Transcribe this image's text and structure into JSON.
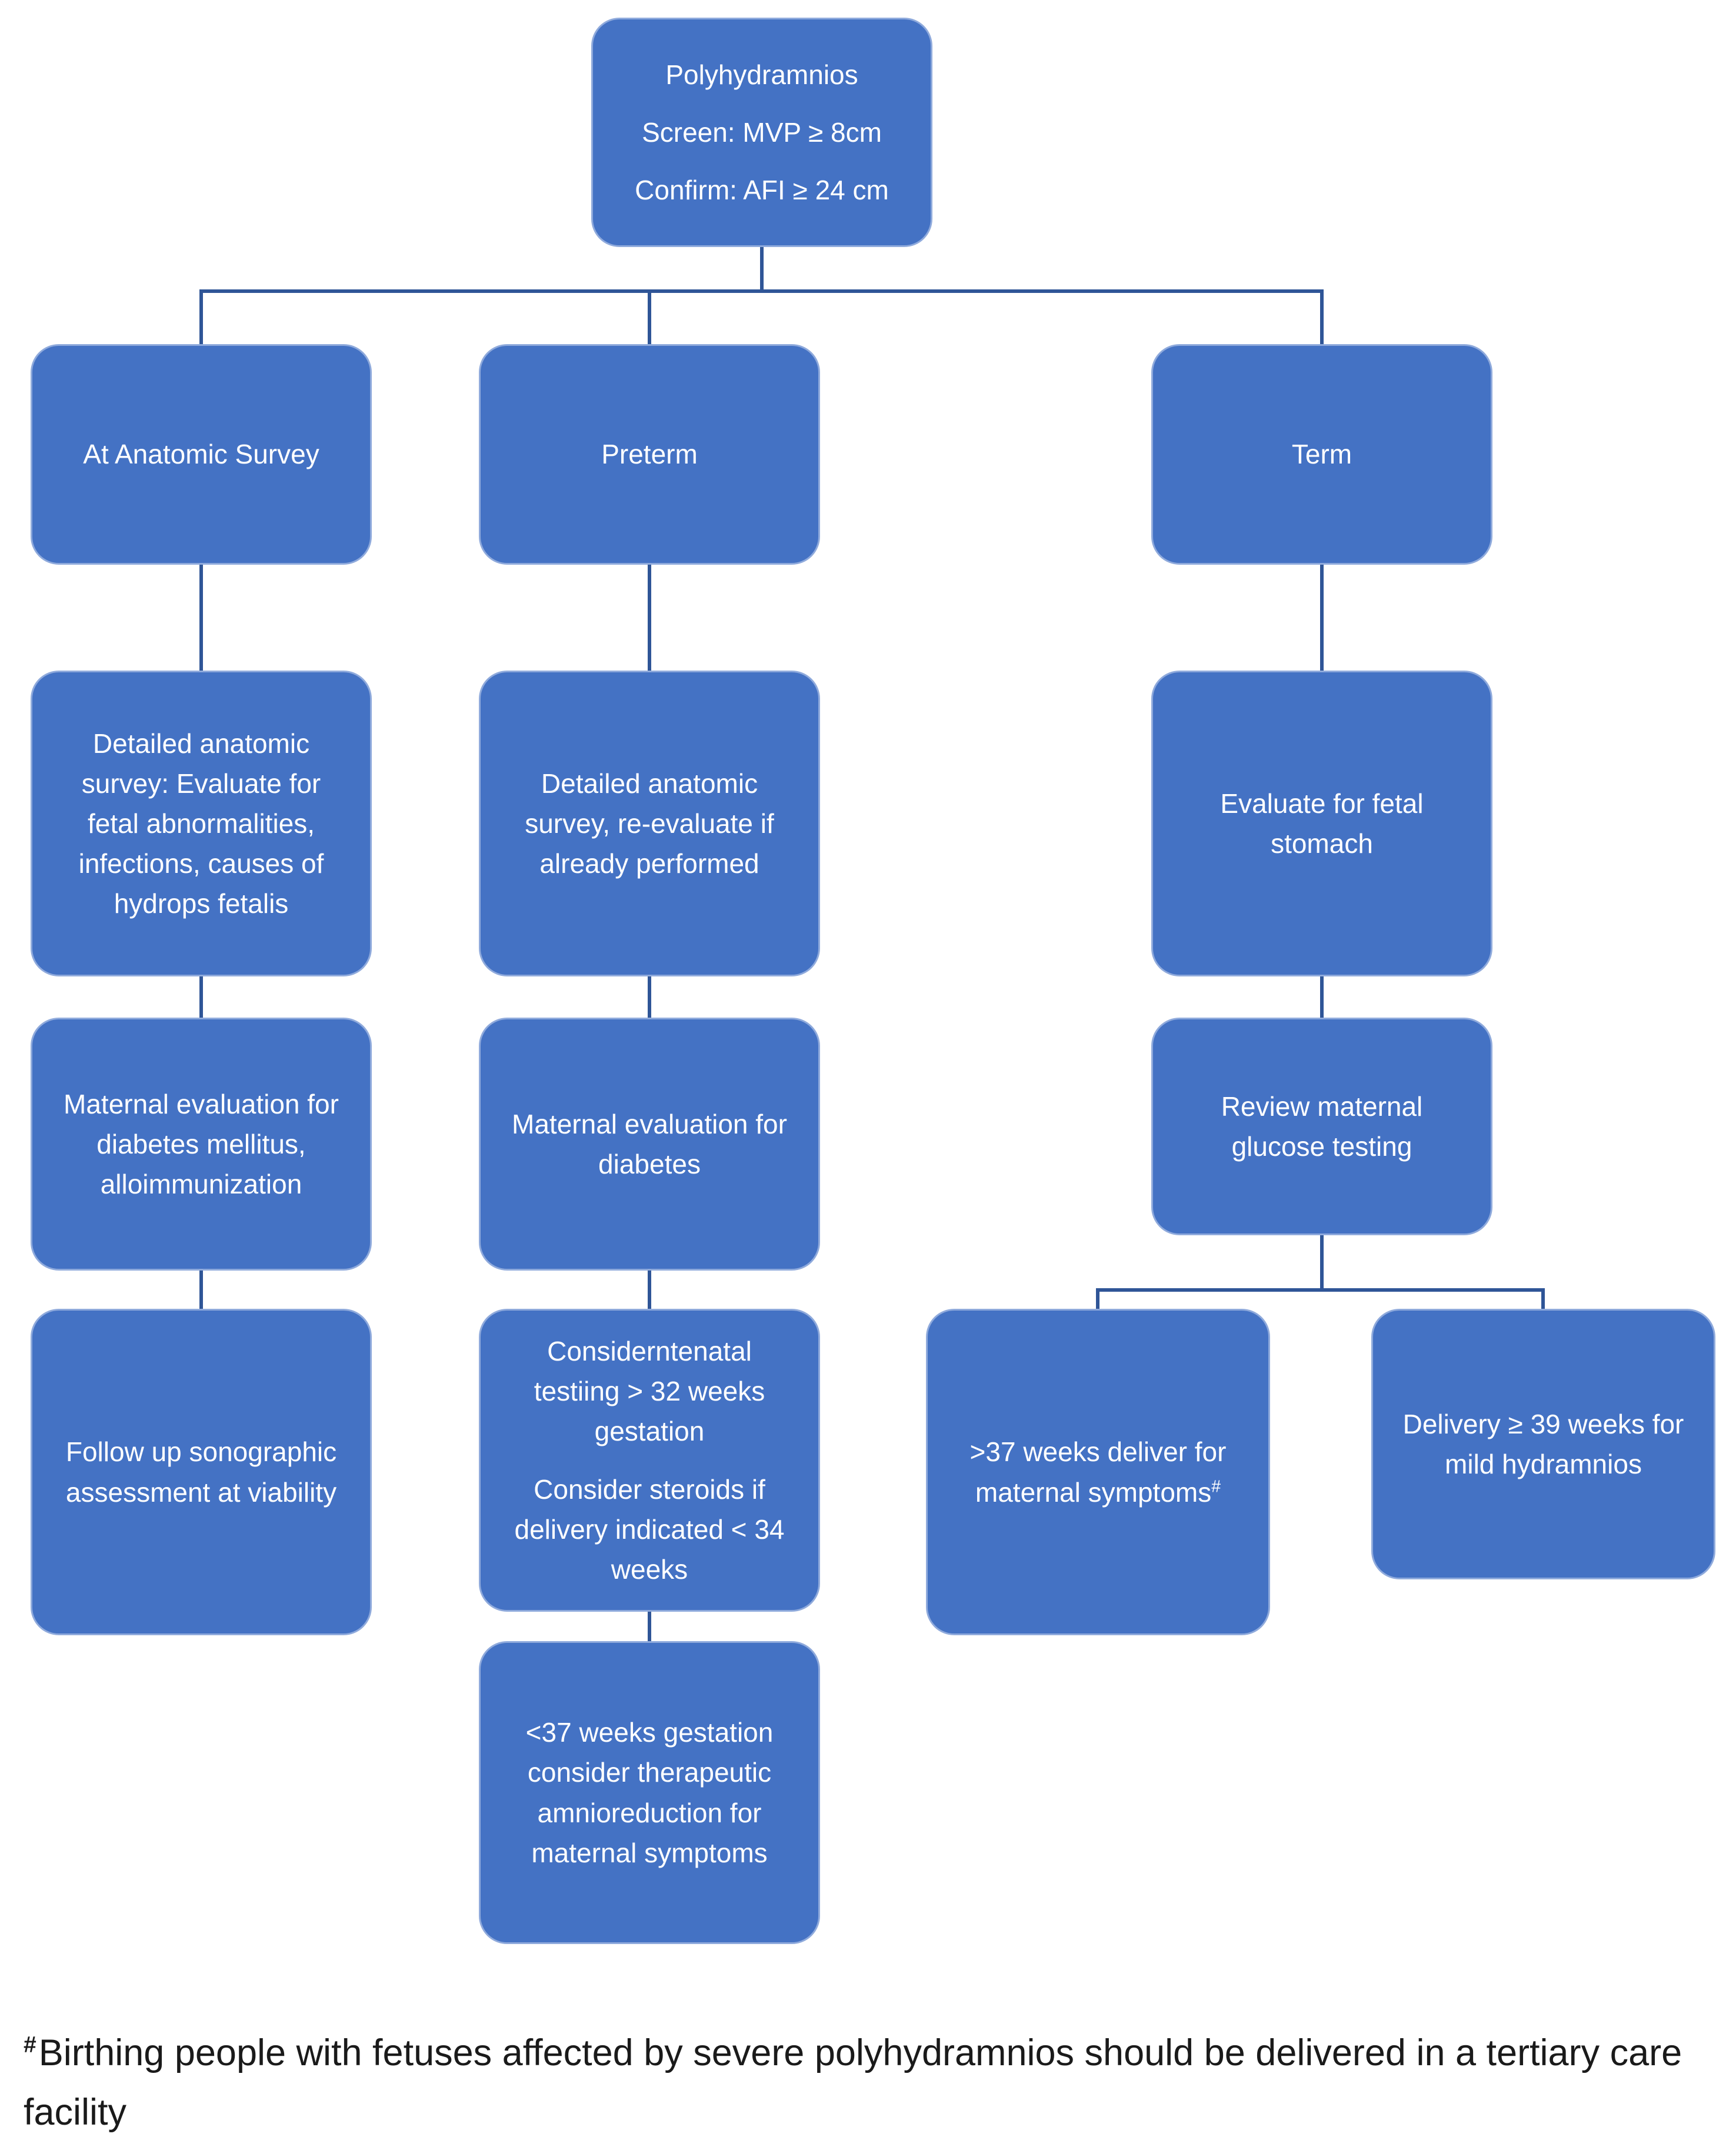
{
  "title": "Polyhydramnios management flowchart",
  "colors": {
    "box_fill": "#4472C4",
    "box_border": "#8FAADC",
    "connector": "#2F5597",
    "box_text": "#FFFFFF",
    "footnote_text": "#1a1a1a"
  },
  "boxes": {
    "root": {
      "lines": [
        "Polyhydramnios",
        "Screen: MVP ≥ 8cm",
        "Confirm: AFI ≥ 24 cm"
      ]
    },
    "anatomic_survey_branch": {
      "label": "At Anatomic Survey"
    },
    "preterm_branch": {
      "label": "Preterm"
    },
    "term_branch": {
      "label": "Term"
    },
    "detailed_survey": {
      "label": "Detailed anatomic survey: Evaluate for fetal abnormalities, infections, causes of hydrops fetalis"
    },
    "detailed_survey_reevaluate": {
      "label": "Detailed anatomic survey, re-evaluate if already performed"
    },
    "fetal_stomach": {
      "label": "Evaluate for fetal stomach"
    },
    "maternal_eval_full": {
      "label": "Maternal evaluation for diabetes mellitus, alloimmunization"
    },
    "maternal_eval_diabetes": {
      "label": "Maternal evaluation for diabetes"
    },
    "glucose_testing": {
      "label": "Review maternal glucose testing"
    },
    "followup_sono": {
      "label": "Follow up sonographic assessment at viability"
    },
    "antenatal_testing": {
      "lines": [
        "Considerntenatal testiing > 32 weeks gestation",
        "Consider steroids if delivery indicated < 34 weeks"
      ]
    },
    "deliver_37": {
      "label": ">37 weeks deliver for maternal symptoms",
      "superscript": "#"
    },
    "deliver_39": {
      "label": "Delivery ≥ 39 weeks for mild hydramnios"
    },
    "amnioreduction": {
      "label": "<37 weeks gestation consider therapeutic amnioreduction for maternal symptoms"
    }
  },
  "footnote": {
    "marker": "#",
    "text": "Birthing people with fetuses affected by severe polyhydramnios should be delivered in a tertiary care facility"
  }
}
